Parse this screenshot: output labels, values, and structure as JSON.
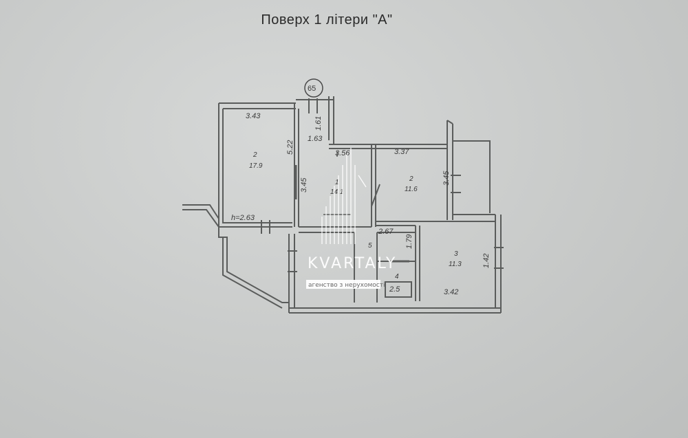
{
  "title": "Поверх  1  літери \"А\"",
  "marker": "65",
  "dimensions": {
    "d1": "3.43",
    "d2": "1.63",
    "d3": "1.61",
    "d4": "3.56",
    "d5": "3.37",
    "d6": "5.22",
    "d7": "3.45",
    "d8": "h=2.63",
    "d9": "2.67",
    "d10": "3.45",
    "d11": "3.42",
    "d12": "1.42",
    "d13": "1.79",
    "d14": "2.5"
  },
  "rooms": {
    "r1_num": "2",
    "r1_area": "17.9",
    "r2_num": "1",
    "r2_area": "14.1",
    "r3_num": "2",
    "r3_area": "11.6",
    "r4_num": "3",
    "r4_area": "11.3",
    "r5_num": "5",
    "r6_num": "4"
  },
  "watermark": {
    "brand": "KVARTALY",
    "tagline": "агенство з нерухомості"
  }
}
